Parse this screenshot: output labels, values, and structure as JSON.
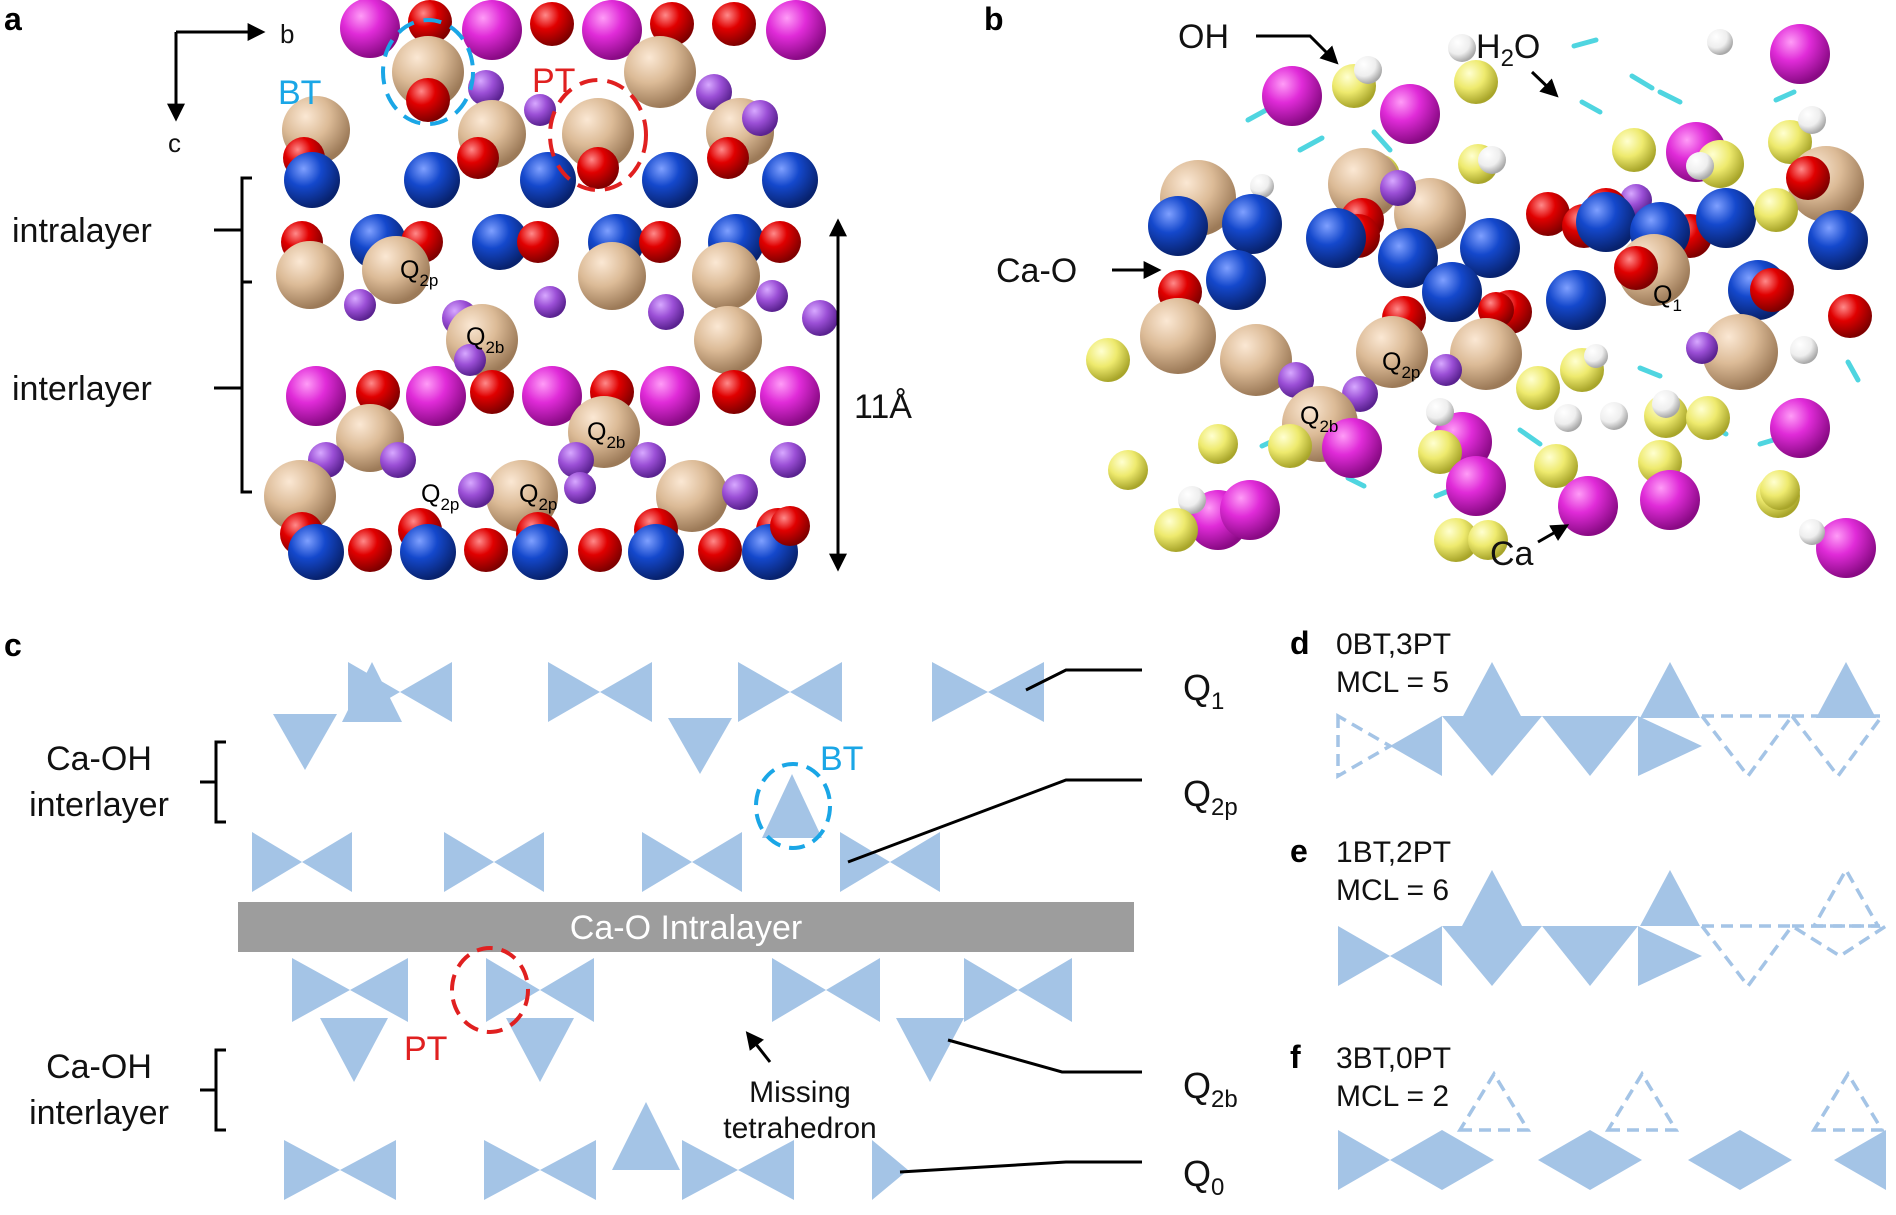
{
  "panels": {
    "a": "a",
    "b": "b",
    "c": "c",
    "d": "d",
    "e": "e",
    "f": "f"
  },
  "panel_a": {
    "axis_b": "b",
    "axis_c": "c",
    "bt": "BT",
    "pt": "PT",
    "intralayer": "intralayer",
    "interlayer": "interlayer",
    "distance": "11Å",
    "q2p": {
      "main": "Q",
      "sub": "2p"
    },
    "q2b": {
      "main": "Q",
      "sub": "2b"
    }
  },
  "panel_b": {
    "oh": "OH",
    "water": {
      "main": "H",
      "sub": "2",
      "rest": "O"
    },
    "cao": "Ca-O",
    "ca": "Ca",
    "q1": {
      "main": "Q",
      "sub": "1"
    },
    "q2p": {
      "main": "Q",
      "sub": "2p"
    },
    "q2b": {
      "main": "Q",
      "sub": "2b"
    }
  },
  "panel_c": {
    "caoh_top": [
      "Ca-OH",
      "interlayer"
    ],
    "caoh_bottom": [
      "Ca-OH",
      "interlayer"
    ],
    "intralayer_bar": "Ca-O Intralayer",
    "bt": "BT",
    "pt": "PT",
    "missing": [
      "Missing",
      "tetrahedron"
    ],
    "q_labels": [
      {
        "main": "Q",
        "sub": "1"
      },
      {
        "main": "Q",
        "sub": "2p"
      },
      {
        "main": "Q",
        "sub": "2b"
      },
      {
        "main": "Q",
        "sub": "0"
      }
    ]
  },
  "panel_d": {
    "line1": "0BT,3PT",
    "line2": "MCL = 5"
  },
  "panel_e": {
    "line1": "1BT,2PT",
    "line2": "MCL = 6"
  },
  "panel_f": {
    "line1": "3BT,0PT",
    "line2": "MCL = 2"
  },
  "colors": {
    "calcium": "#d81fd0",
    "oxygen": "#e00000",
    "silicon": "#d9b894",
    "bridging_oxygen": "#9b4fd6",
    "intralayer_ca": "#1040c0",
    "hydroxyl_o": "#eeea6e",
    "hydrogen": "#f2f2f2",
    "water": "#4fd5e0",
    "tetrahedron": "#a4c4e6",
    "intralayer_bar": "#9d9d9d",
    "bt_circle": "#1aa6e6",
    "pt_circle": "#e02020"
  }
}
